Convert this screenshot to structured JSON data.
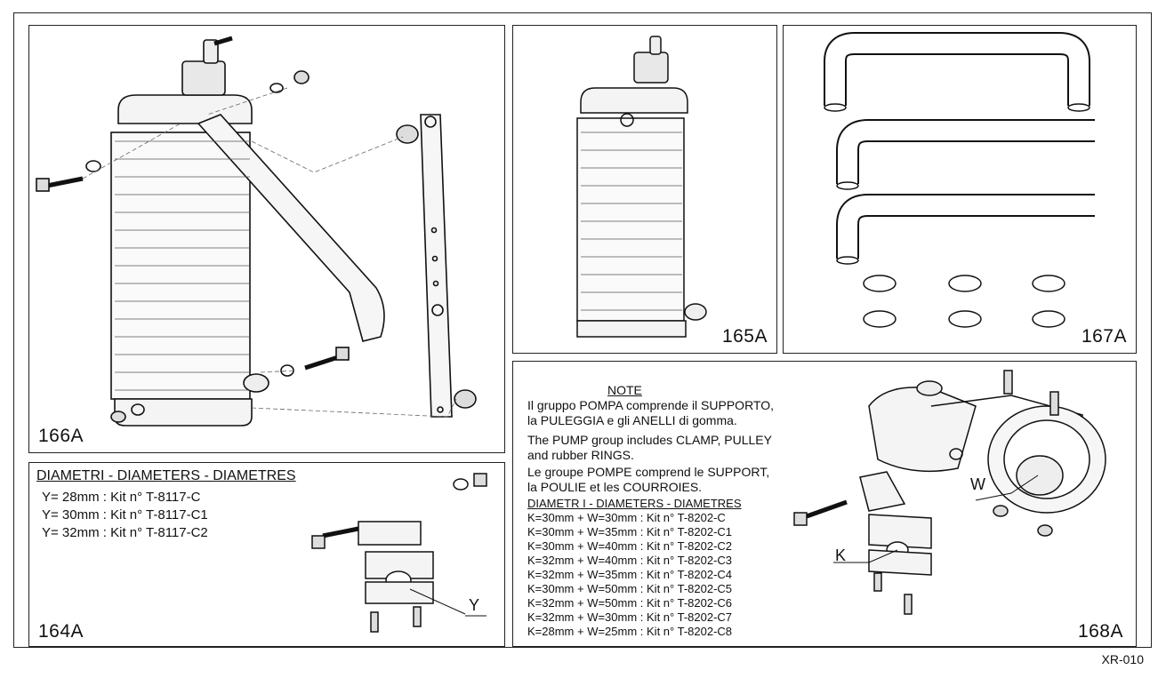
{
  "drawing_ref": "XR-010",
  "panels": {
    "p166": {
      "id": "166A"
    },
    "p165": {
      "id": "165A"
    },
    "p167": {
      "id": "167A"
    },
    "p164": {
      "id": "164A",
      "heading": "DIAMETRI - DIAMETERS - DIAMETRES",
      "rows": [
        "Y= 28mm : Kit n° T-8117-C",
        "Y= 30mm : Kit n° T-8117-C1",
        "Y= 32mm : Kit n° T-8117-C2"
      ],
      "callout_y": "Y"
    },
    "p168": {
      "id": "168A",
      "note_title": "NOTE",
      "note_it": [
        "Il gruppo POMPA comprende il SUPPORTO,",
        "la PULEGGIA e gli ANELLI di gomma."
      ],
      "note_en": [
        "The PUMP group includes CLAMP, PULLEY",
        "and rubber RINGS."
      ],
      "note_fr": [
        "Le groupe POMPE comprend le SUPPORT,",
        "la POULIE et les COURROIES."
      ],
      "diam_heading": "DIAMETR I - DIAMETERS - DIAMETRES",
      "kits": [
        "K=30mm + W=30mm : Kit n° T-8202-C",
        "K=30mm + W=35mm : Kit n° T-8202-C1",
        "K=30mm + W=40mm : Kit n° T-8202-C2",
        "K=32mm + W=40mm : Kit n° T-8202-C3",
        "K=32mm + W=35mm : Kit n° T-8202-C4",
        "K=30mm + W=50mm : Kit n° T-8202-C5",
        "K=32mm + W=50mm : Kit n° T-8202-C6",
        "K=32mm + W=30mm : Kit n° T-8202-C7",
        "K=28mm + W=25mm : Kit n° T-8202-C8"
      ],
      "callout_w": "W",
      "callout_k": "K"
    }
  }
}
